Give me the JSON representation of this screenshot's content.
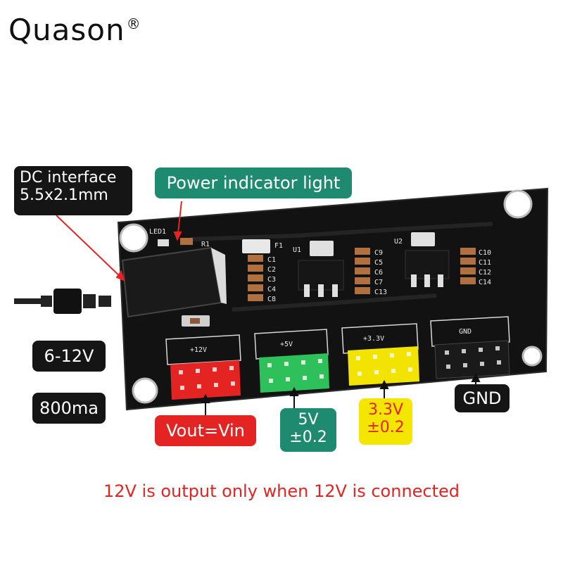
{
  "brand": {
    "name": "Quason",
    "mark": "®"
  },
  "labels": {
    "dc_interface_line1": "DC interface",
    "dc_interface_line2": "5.5x2.1mm",
    "power_indicator": "Power indicator light",
    "voltage_range": "6-12V",
    "current": "800ma",
    "vout": "Vout=Vin",
    "out5v_line1": "5V",
    "out5v_line2": "±0.2",
    "out33v_line1": "3.3V",
    "out33v_line2": "±0.2",
    "gnd": "GND"
  },
  "board": {
    "silk_led1": "LED1",
    "silk_r1": "R1",
    "silk_f1": "F1",
    "silk_u1": "U1",
    "silk_u2": "U2",
    "caps_left": [
      "C1",
      "C2",
      "C3",
      "C4",
      "C8"
    ],
    "caps_mid": [
      "C9",
      "C5",
      "C6",
      "C7",
      "C13"
    ],
    "caps_right": [
      "C10",
      "C11",
      "C12",
      "C14"
    ],
    "header_12v": "+12V",
    "header_5v": "+5V",
    "header_33v": "+3.3V",
    "header_gnd": "GND"
  },
  "colors": {
    "pcb": "#111111",
    "pin_red": "#e32422",
    "pin_green": "#2ec05a",
    "pin_yellow": "#f2e400",
    "pin_black": "#1a1a1a",
    "label_teal": "#1e8a6f",
    "label_red": "#e32422"
  },
  "footnote": "12V is output only when 12V is connected"
}
